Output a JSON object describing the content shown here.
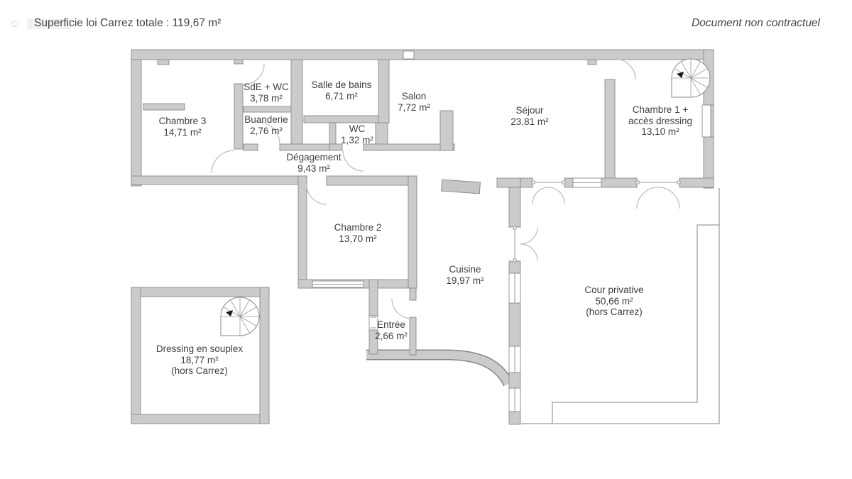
{
  "header": {
    "title": "Superficie loi Carrez totale : 119,67 m²",
    "disclaimer": "Document non contractuel",
    "watermark_symbol": "©"
  },
  "rooms": {
    "chambre3": {
      "name": "Chambre 3",
      "area": "14,71 m²"
    },
    "sde_wc": {
      "name": "SdE + WC",
      "area": "3,78 m²"
    },
    "buanderie": {
      "name": "Buanderie",
      "area": "2,76 m²"
    },
    "salle_de_bains": {
      "name": "Salle de bains",
      "area": "6,71 m²"
    },
    "wc": {
      "name": "WC",
      "area": "1,32 m²"
    },
    "salon": {
      "name": "Salon",
      "area": "7,72 m²"
    },
    "degagement": {
      "name": "Dégagement",
      "area": "9,43 m²"
    },
    "sejour": {
      "name": "Séjour",
      "area": "23,81 m²"
    },
    "chambre1": {
      "name_line1": "Chambre 1 +",
      "name_line2": "accès dressing",
      "area": "13,10 m²"
    },
    "chambre2": {
      "name": "Chambre 2",
      "area": "13,70 m²"
    },
    "cuisine": {
      "name": "Cuisine",
      "area": "19,97 m²"
    },
    "entree": {
      "name": "Entrée",
      "area": "2,66 m²"
    },
    "cour_privative": {
      "name": "Cour privative",
      "area": "50,66 m²",
      "note": "(hors Carrez)"
    },
    "dressing_souplex": {
      "name": "Dressing en souplex",
      "area": "18,77 m²",
      "note": "(hors Carrez)"
    }
  }
}
